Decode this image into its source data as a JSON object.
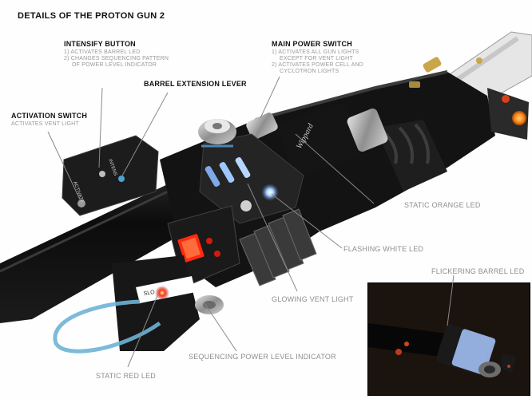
{
  "title": "DETAILS OF THE PROTON GUN 2",
  "labels": {
    "intensify_head": "INTENSIFY BUTTON",
    "intensify_sub1": "1)  ACTIVATES BARREL LED",
    "intensify_sub2": "2)  CHANGES  SEQUENCING PATTERN",
    "intensify_sub3": "OF POWER LEVEL INDICATOR",
    "main_power_head": "MAIN POWER SWITCH",
    "main_power_sub1": "1)  ACTIVATES ALL GUN LIGHTS",
    "main_power_sub2": "EXCEPT FOR VENT LIGHT",
    "main_power_sub3": "2)  ACTIVATES POWER CELL AND",
    "main_power_sub4": "CYCLOTRON LIGHTS",
    "barrel_lever": "BARREL EXTENSION LEVER",
    "activation_head": "ACTIVATION SWITCH",
    "activation_sub": "ACTIVATES VENT LIGHT",
    "static_orange": "STATIC ORANGE LED",
    "flashing_white": "FLASHING WHITE LED",
    "glowing_vent": "GLOWING VENT LIGHT",
    "sequencing": "SEQUENCING POWER LEVEL INDICATOR",
    "static_red": "STATIC RED LED",
    "flickering_barrel": "FLICKERING BARREL LED"
  },
  "colors": {
    "leader": "#8a8a8a",
    "gun_body": "#141414",
    "metal": "#b9b9b9",
    "led_red": "#ff2a10",
    "led_blue": "#9fc6ff",
    "led_orange": "#ff8a1c",
    "tube_blue": "#6fb2d6"
  }
}
